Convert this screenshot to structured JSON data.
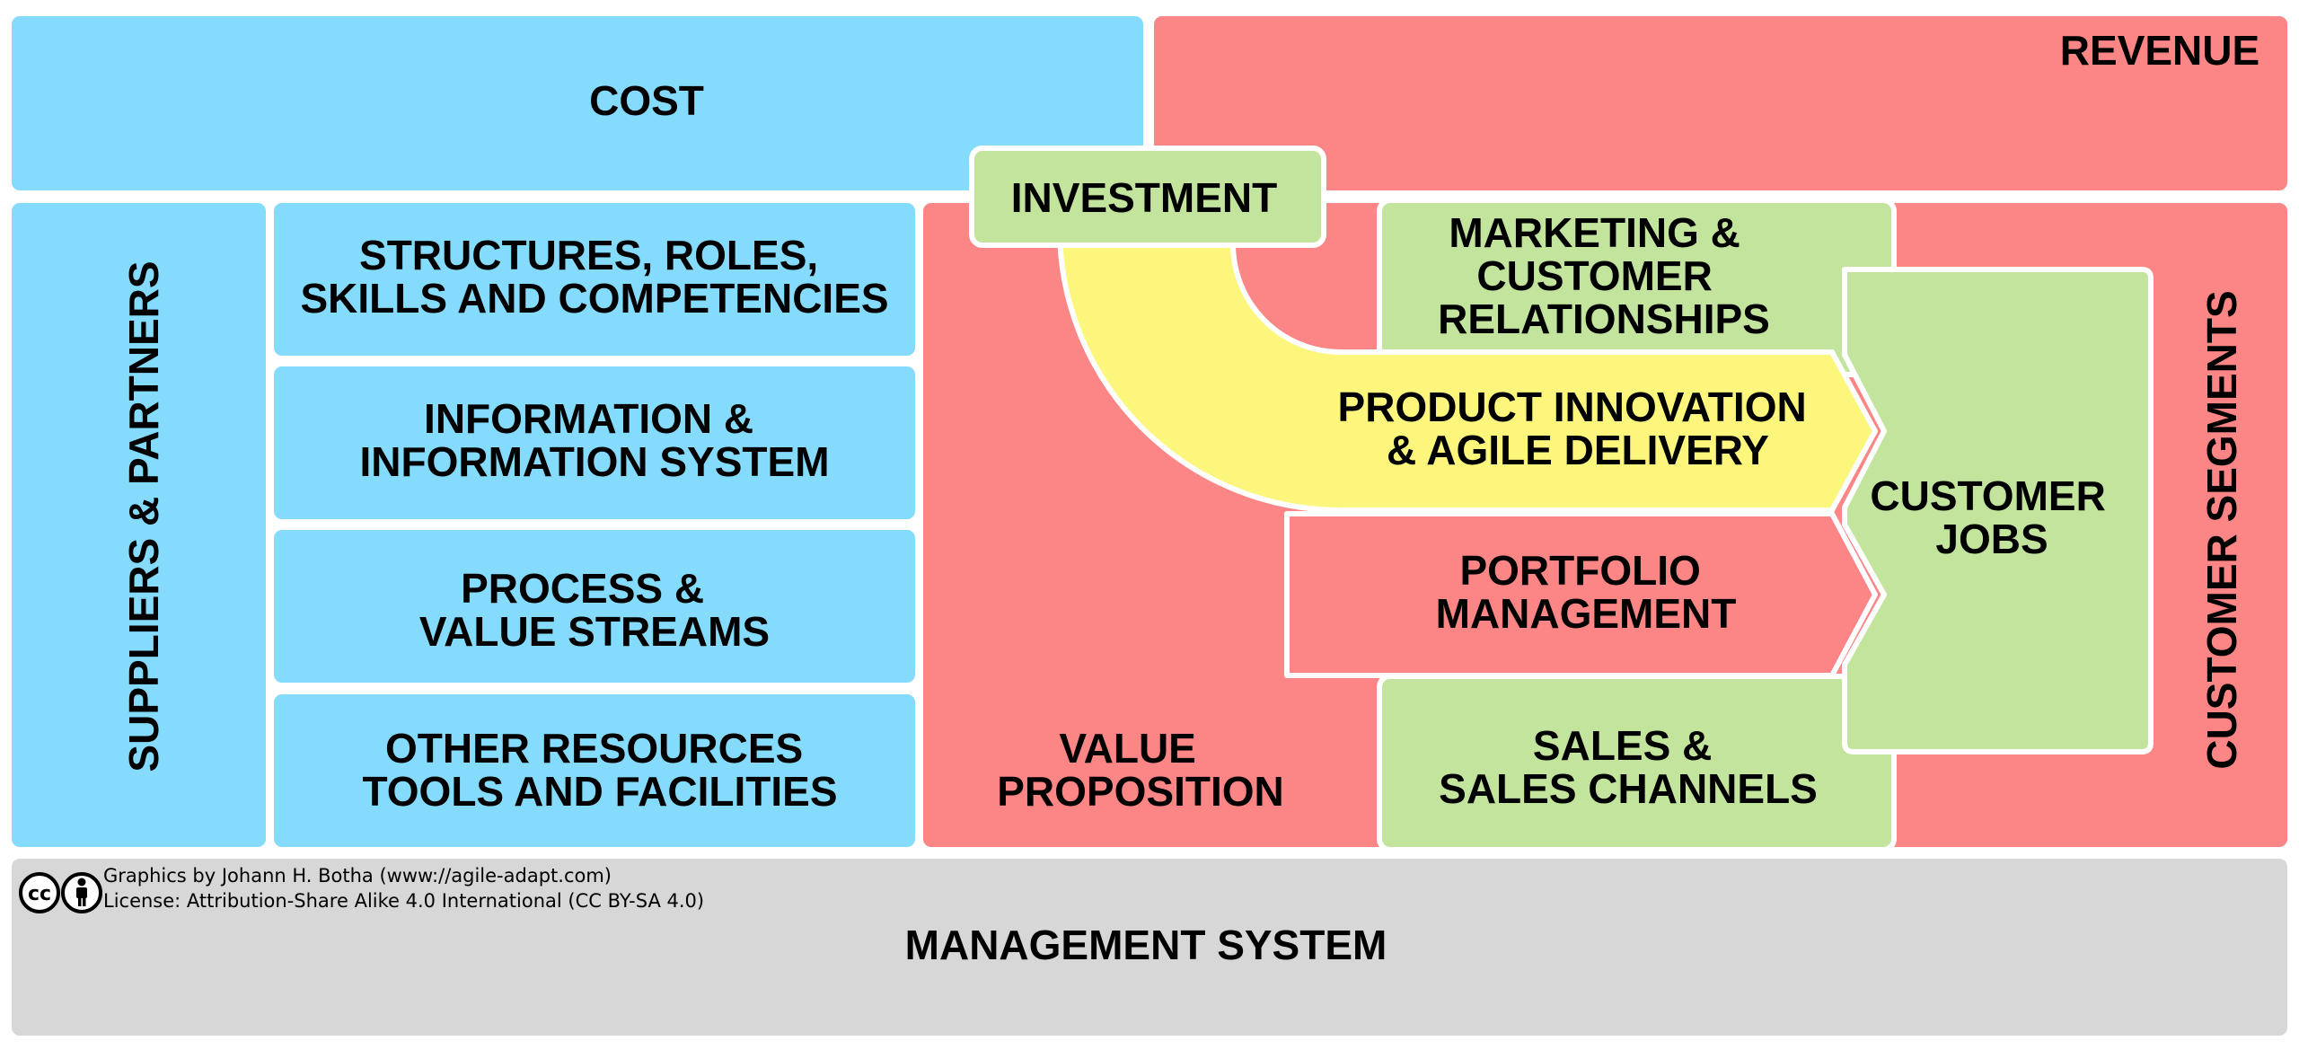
{
  "colors": {
    "blue": "#84dbfc",
    "red": "#fc8586",
    "green": "#c3e49d",
    "yellow": "#fdf67c",
    "grey": "#d7d7d7",
    "border": "#ffffff"
  },
  "blocks": {
    "cost": "COST",
    "revenue": "REVENUE",
    "investment": "INVESTMENT",
    "suppliers_partners": "SUPPLIERS & PARTNERS",
    "structures": [
      "STRUCTURES, ROLES,",
      "SKILLS AND COMPETENCIES"
    ],
    "information": [
      "INFORMATION &",
      "INFORMATION SYSTEM"
    ],
    "process": [
      "PROCESS &",
      "VALUE STREAMS"
    ],
    "other_resources": [
      "OTHER RESOURCES",
      "TOOLS AND FACILITIES"
    ],
    "value_proposition": [
      "VALUE",
      "PROPOSITION"
    ],
    "marketing": [
      "MARKETING &",
      "CUSTOMER",
      "RELATIONSHIPS"
    ],
    "product_innovation": [
      "PRODUCT INNOVATION",
      "& AGILE DELIVERY"
    ],
    "portfolio": [
      "PORTFOLIO",
      "MANAGEMENT"
    ],
    "sales": [
      "SALES &",
      "SALES CHANNELS"
    ],
    "customer_jobs": [
      "CUSTOMER",
      "JOBS"
    ],
    "customer_segments": "CUSTOMER SEGMENTS",
    "management_system": "MANAGEMENT SYSTEM"
  },
  "credits": {
    "line1": "Graphics by Johann H. Botha (www://agile-adapt.com)",
    "line2": "License: Attribution-Share Alike 4.0 International (CC BY-SA 4.0)",
    "cc_badge": "cc"
  }
}
